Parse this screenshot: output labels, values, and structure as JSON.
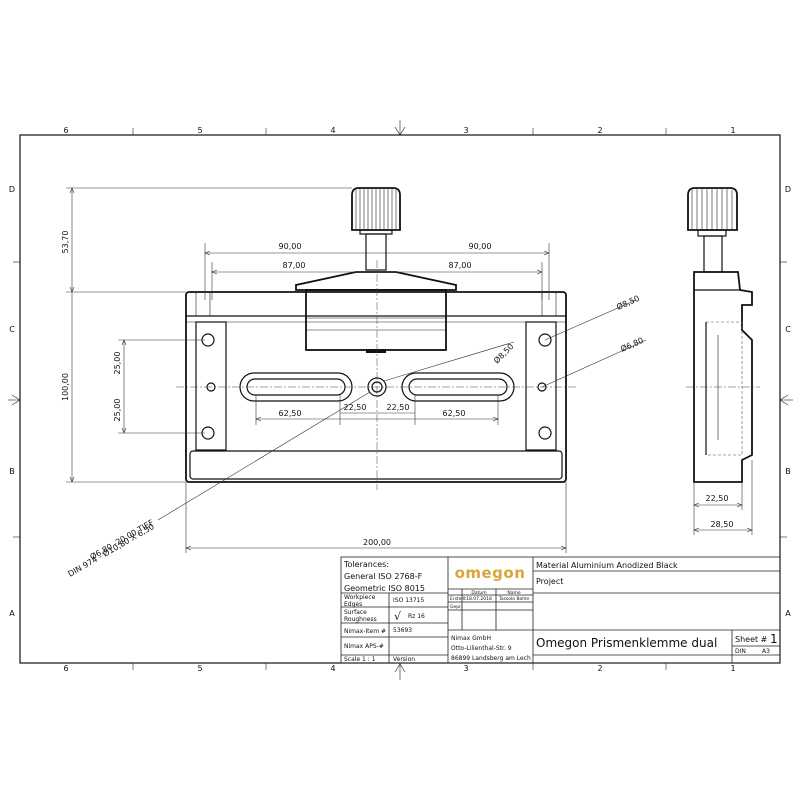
{
  "frame": {
    "columns": [
      "6",
      "5",
      "4",
      "3",
      "2",
      "1"
    ],
    "rows": [
      "D",
      "C",
      "B",
      "A"
    ]
  },
  "dimensions": {
    "left_90": "90,00",
    "right_90": "90,00",
    "left_87": "87,00",
    "right_87": "87,00",
    "height_53_70": "53,70",
    "height_100": "100,00",
    "upper_25": "25,00",
    "lower_25": "25,00",
    "left_62_50": "62,50",
    "right_62_50": "62,50",
    "left_22_50": "22,50",
    "right_22_50": "22,50",
    "width_200": "200,00",
    "dia_8_50_top": "Ø8,50",
    "dia_6_80": "Ø6,80",
    "dia_8_50_center": "Ø8,50",
    "hole_note_line1": "Ø6,80 -20,00 TIEF",
    "hole_note_line2": "DIN 974 - Ø10,80 X 6,50",
    "side_22_50": "22,50",
    "side_28_50": "28,50"
  },
  "title_block": {
    "tolerances_label": "Tolerances:",
    "general": "General ISO 2768-F",
    "geometric": "Geometric ISO 8015",
    "workpiece_edges_label_1": "Workpiece",
    "workpiece_edges_label_2": "Edges",
    "workpiece_edges_value": "ISO 13715",
    "surface_label_1": "Surface",
    "surface_label_2": "Roughness",
    "surface_symbol": "√",
    "surface_value": "Rz 16",
    "nimax_item_label": "Nimax-Item #",
    "nimax_item_value": "53693",
    "nimax_aps_label": "Nimax APS-#",
    "scale": "Scale 1 : 1",
    "version": "Version",
    "logo": "omegon",
    "date_header": "Datum",
    "name_header": "Name",
    "drawn_label": "Erstellt",
    "drawn_date": "18.07.2018",
    "drawn_name": "Tassolo Bohle",
    "checked_label": "Gepr.",
    "company_1": "Nimax GmbH",
    "company_2": "Otto-Lilienthal-Str. 9",
    "company_3": "86899 Landsberg am Lech",
    "material": "Material  Aluminium Anodized Black",
    "project": "Project",
    "part_title": "Omegon Prismenklemme dual",
    "sheet_label": "Sheet #",
    "sheet_number": "1",
    "format_label": "DIN",
    "format_value": "A3"
  }
}
